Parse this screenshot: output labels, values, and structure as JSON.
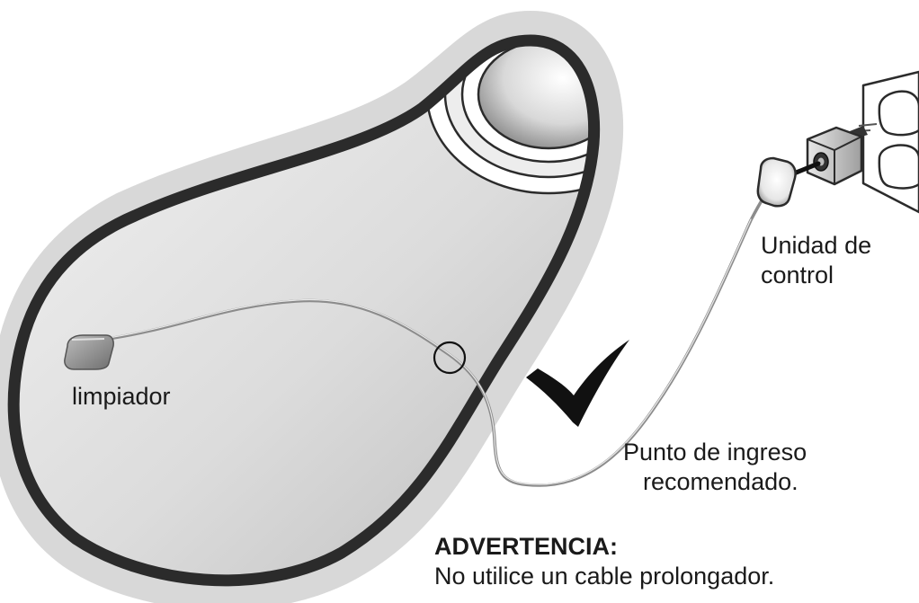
{
  "labels": {
    "cleaner": "limpiador",
    "control_unit_line1": "Unidad de",
    "control_unit_line2": "control",
    "entry_point_line1": "Punto de ingreso",
    "entry_point_line2": "recomendado.",
    "warning_title": "ADVERTENCIA:",
    "warning_text": "No utilice un cable prolongador."
  },
  "colors": {
    "pool_shadow": "#d9d9d9",
    "pool_coping": "#2b2b2b",
    "pool_water": "#e4e4e4",
    "check_mark": "#111111",
    "cable": "#8c8c8c"
  },
  "icons": [
    "check-mark-icon",
    "entry-point-circle-icon",
    "wall-outlet-icon",
    "plug-adapter-icon",
    "control-unit-icon",
    "cleaner-icon",
    "skimmer-icon"
  ]
}
